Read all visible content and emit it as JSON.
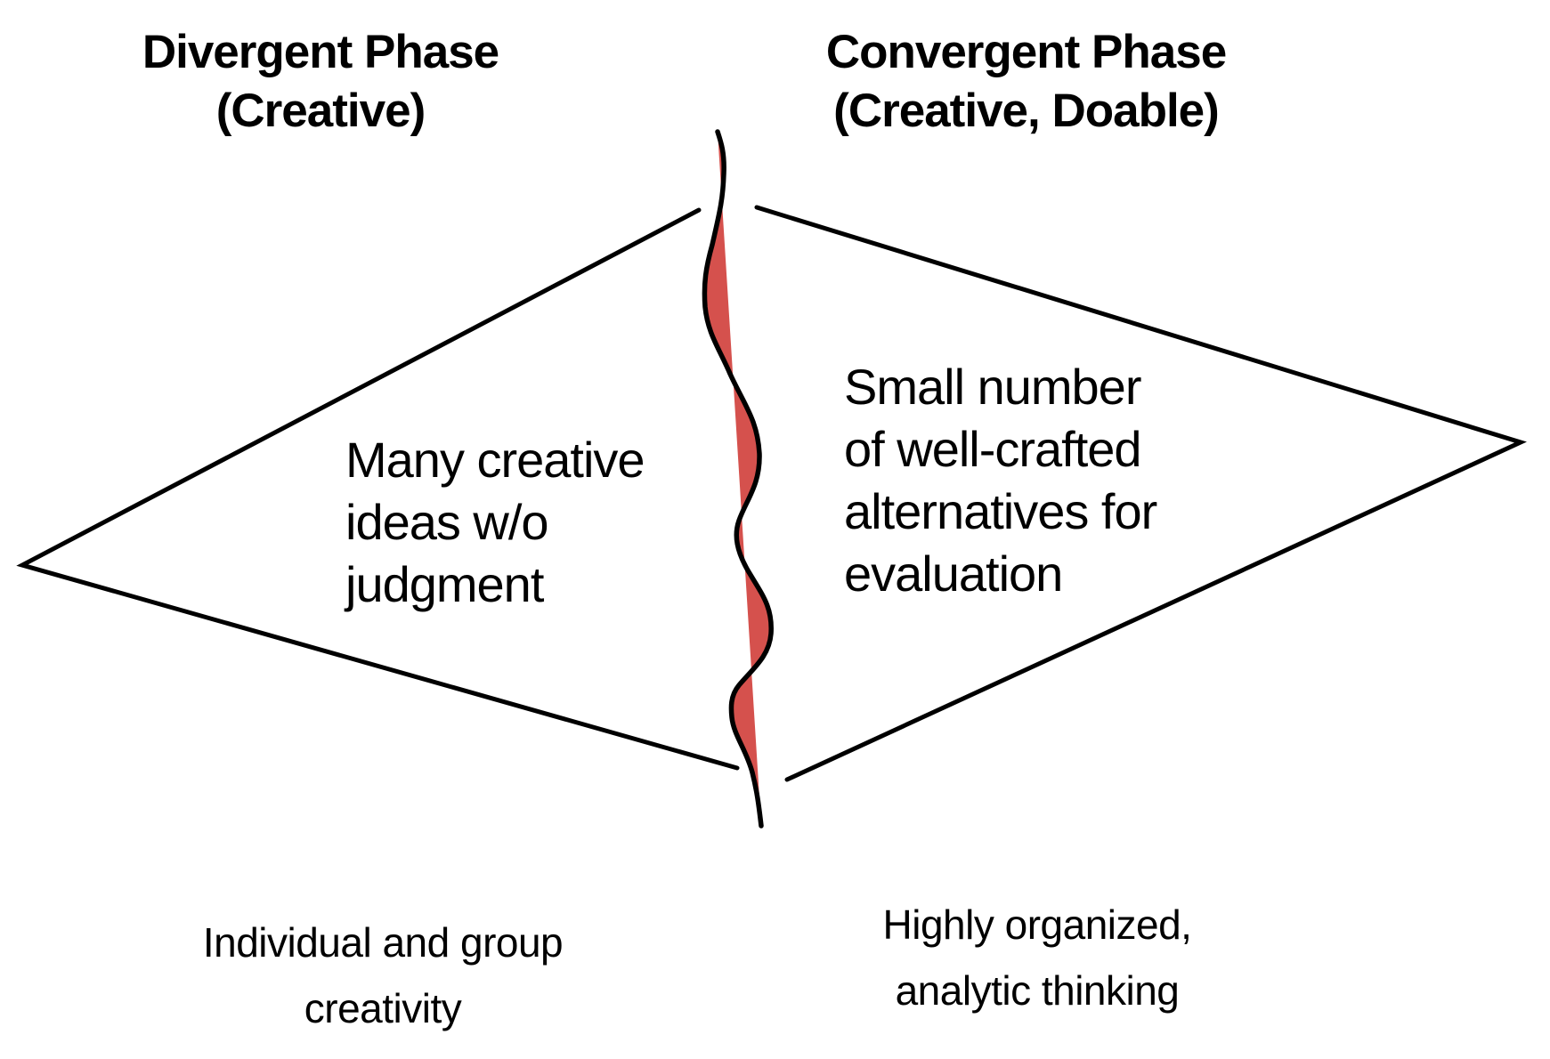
{
  "headings": {
    "divergent": {
      "line1": "Divergent Phase",
      "line2": "(Creative)"
    },
    "convergent": {
      "line1": "Convergent Phase",
      "line2": "(Creative, Doable)"
    }
  },
  "labels": {
    "divergent_inner": "Many creative\nideas w/o\njudgment",
    "convergent_inner": "Small number\nof well-crafted\nalternatives for\nevaluation"
  },
  "captions": {
    "divergent": "Individual and group\ncreativity",
    "convergent": "Highly organized,\nanalytic thinking"
  },
  "colors": {
    "ink": "#000000",
    "ribbon_red": "#d5514d",
    "background": "#ffffff"
  }
}
